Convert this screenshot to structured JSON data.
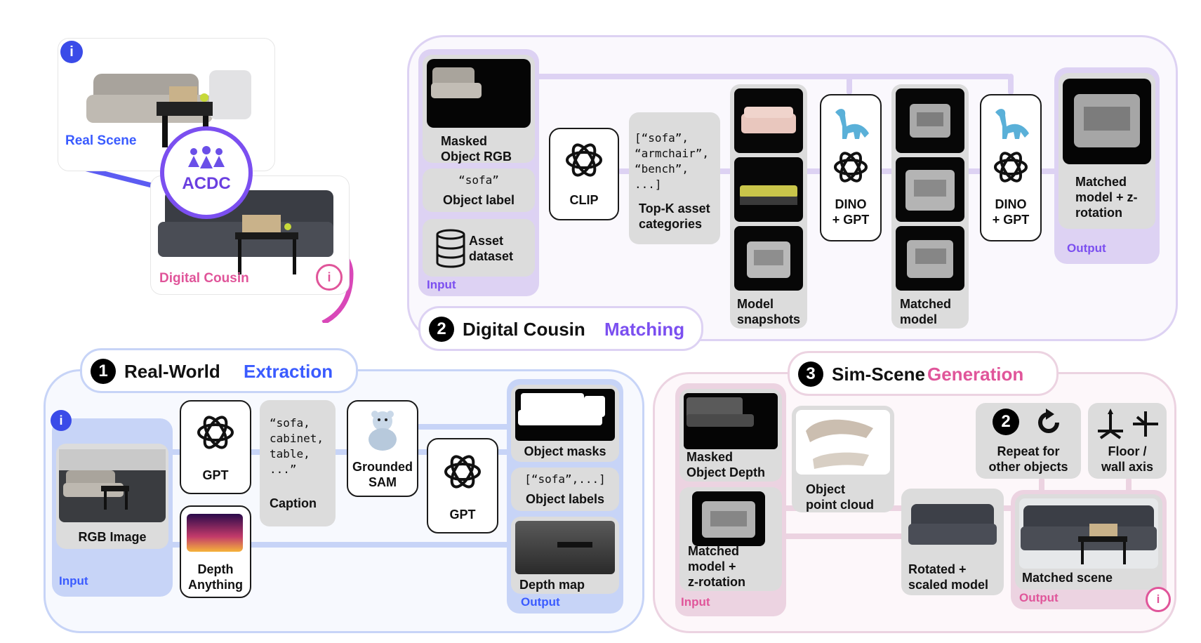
{
  "colors": {
    "blue_accent": "#3a5bff",
    "purple_accent": "#7b4ff0",
    "pink_accent": "#e0559a",
    "blue_fill": "#c7d4f7",
    "purple_fill": "#ddd2f3",
    "pink_fill": "#ecd3e1"
  },
  "overview": {
    "real_scene_label": "Real Scene",
    "digital_cousin_label": "Digital Cousin",
    "center_label": "ACDC"
  },
  "section2": {
    "number": "2",
    "title_main": "Digital Cousin",
    "title_accent": "Matching",
    "input_tag": "Input",
    "masked_rgb_label": "Masked\nObject RGB",
    "object_label_code": "“sofa”",
    "object_label_text": "Object label",
    "asset_dataset_label": "Asset\ndataset",
    "clip_label": "CLIP",
    "topk_code": "[“sofa”,\n“armchair”,\n“bench”,\n...]",
    "topk_label": "Top-K asset\ncategories",
    "model_snapshots_label": "Model\nsnapshots",
    "dino_gpt_1": "DINO\n+ GPT",
    "matched_model_label": "Matched\nmodel",
    "dino_gpt_2": "DINO\n+ GPT",
    "matched_output_label": "Matched\nmodel + z-\nrotation",
    "output_tag": "Output"
  },
  "section1": {
    "number": "1",
    "title_main": "Real-World",
    "title_accent": "Extraction",
    "rgb_image_label": "RGB Image",
    "input_tag": "Input",
    "gpt_label_1": "GPT",
    "depth_anything_label": "Depth\nAnything",
    "caption_code": "“sofa,\ncabinet,\ntable,\n...”",
    "caption_label": "Caption",
    "grounded_sam_label": "Grounded\nSAM",
    "gpt_label_2": "GPT",
    "object_masks_label": "Object masks",
    "object_labels_code": "[“sofa”,...]",
    "object_labels_label": "Object labels",
    "depth_map_label": "Depth map",
    "output_tag": "Output"
  },
  "section3": {
    "number": "3",
    "title_main": "Sim-Scene",
    "title_accent": "Generation",
    "masked_depth_label": "Masked\nObject Depth",
    "matched_rot_label": "Matched\nmodel +\nz-rotation",
    "input_tag": "Input",
    "point_cloud_label": "Object\npoint cloud",
    "rotated_label": "Rotated +\nscaled model",
    "repeat_number": "2",
    "repeat_label": "Repeat for\nother objects",
    "floor_wall_label": "Floor /\nwall axis",
    "matched_scene_label": "Matched scene",
    "output_tag": "Output"
  }
}
